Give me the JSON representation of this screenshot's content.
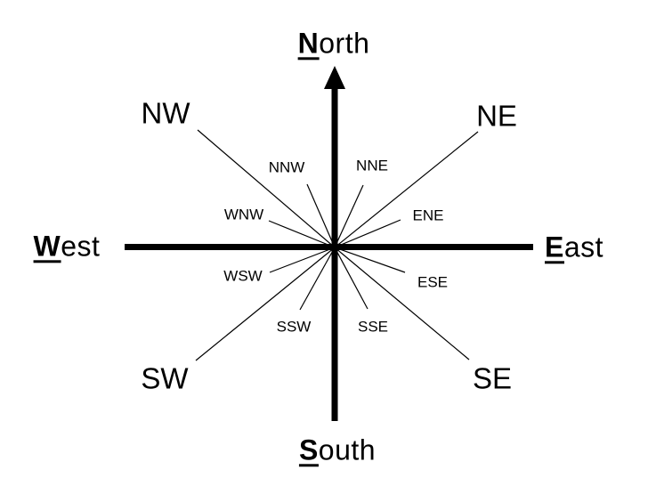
{
  "compass": {
    "background_color": "#ffffff",
    "line_color": "#000000",
    "text_color": "#000000",
    "cardinals": [
      {
        "direction": "north",
        "initial": "N",
        "rest": "orth"
      },
      {
        "direction": "east",
        "initial": "E",
        "rest": "ast"
      },
      {
        "direction": "south",
        "initial": "S",
        "rest": "outh"
      },
      {
        "direction": "west",
        "initial": "W",
        "rest": "est"
      }
    ],
    "intercardinals": [
      "NW",
      "NE",
      "SW",
      "SE"
    ],
    "secondary_intercardinals": [
      "NNW",
      "NNE",
      "WNW",
      "ENE",
      "WSW",
      "ESE",
      "SSW",
      "SSE"
    ]
  }
}
